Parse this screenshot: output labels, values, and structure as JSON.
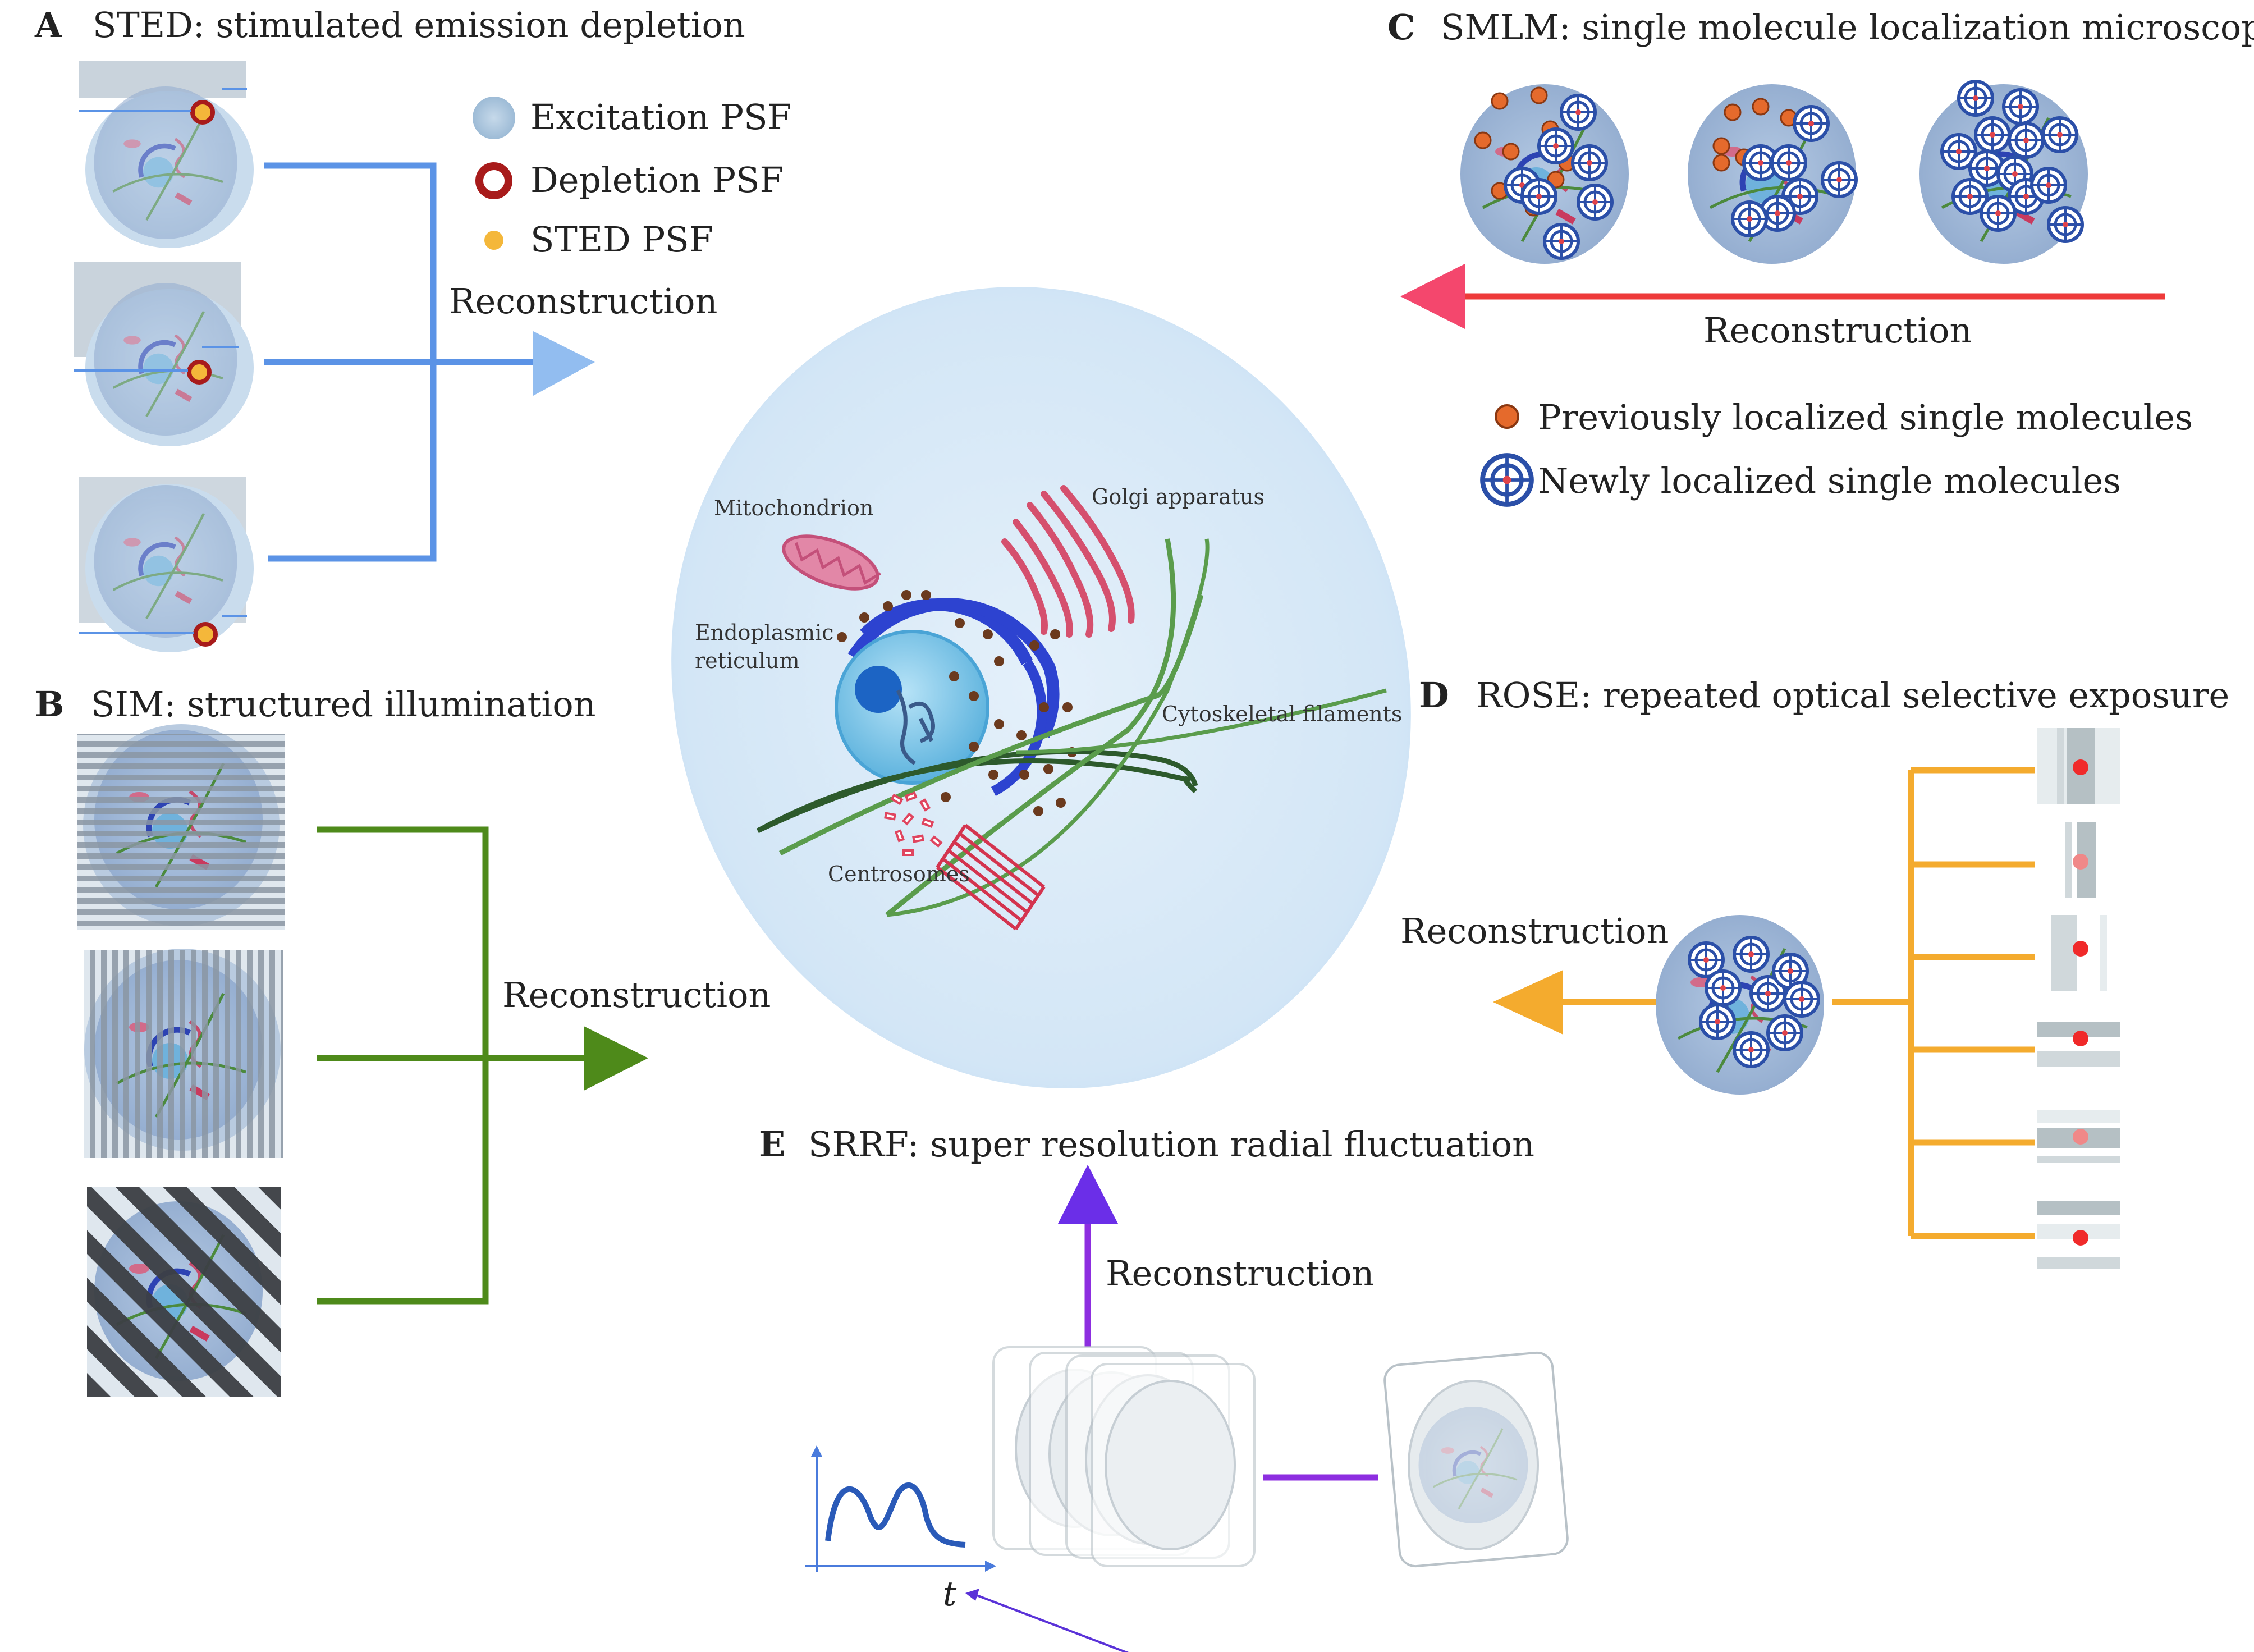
{
  "panels": {
    "a": {
      "letter": "A",
      "title": "STED: stimulated emission depletion"
    },
    "b": {
      "letter": "B",
      "title": "SIM: structured illumination"
    },
    "c": {
      "letter": "C",
      "title": "SMLM: single molecule localization microscopy"
    },
    "d": {
      "letter": "D",
      "title": "ROSE: repeated optical selective exposure"
    },
    "e": {
      "letter": "E",
      "title": "SRRF: super resolution radial ﬂuctuation"
    }
  },
  "legend_sted": {
    "excitation": "Excitation PSF",
    "depletion": "Depletion PSF",
    "sted": "STED PSF"
  },
  "legend_smlm": {
    "previous": "Previously localized single molecules",
    "newly": "Newly localized single molecules"
  },
  "reconstruction": "Reconstruction",
  "cell_labels": {
    "mitochondrion": "Mitochondrion",
    "golgi": "Golgi apparatus",
    "er_line1": "Endoplasmic",
    "er_line2": "reticulum",
    "cytoskeleton": "Cytoskeletal ﬁlaments",
    "centrosomes": "Centrosomes"
  },
  "time_axis_label": "t",
  "colors": {
    "sted_arrow": "#5b93e6",
    "sim_arrow": "#4e8a1a",
    "smlm_arrow": "#ee3a3a",
    "rose_arrow": "#f4ab2e",
    "srrf_arrow": "#7a32e0",
    "cell_fill": "#d6e8f7",
    "depletion_ring": "#a81b1b",
    "sted_dot": "#f4b73a",
    "excitation_dot": "#a9c5dd"
  }
}
